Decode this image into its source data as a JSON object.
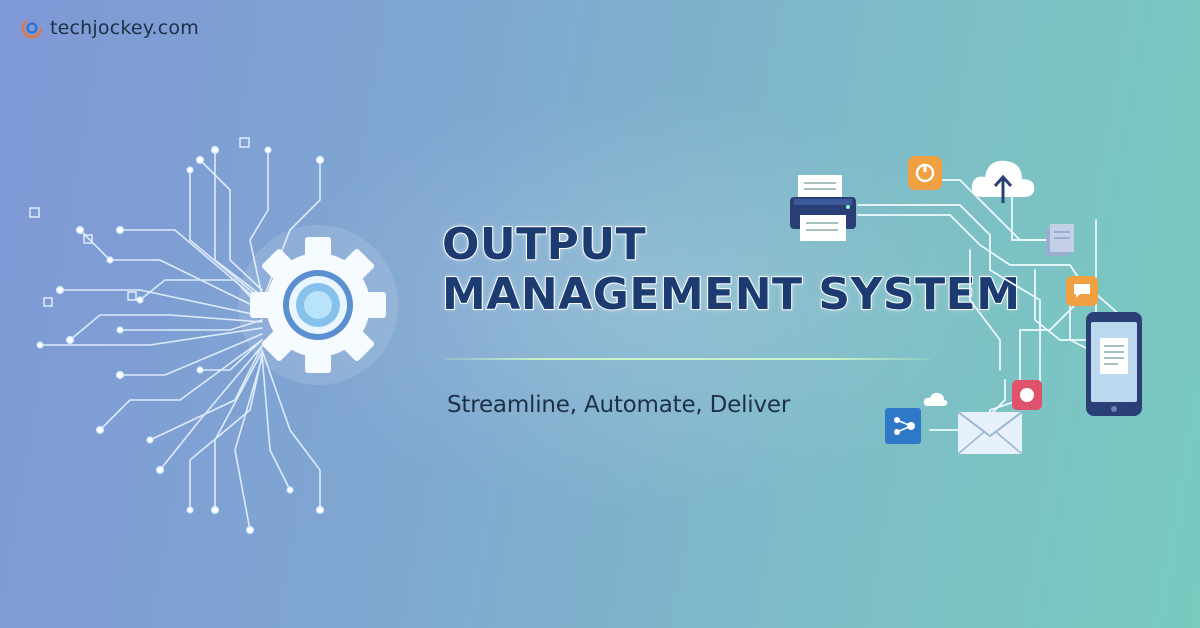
{
  "brand": {
    "name": "techjockey.com",
    "logo_icon": "techjockey-logo-icon"
  },
  "headline": {
    "line1": "OUTPUT",
    "line2": "MANAGEMENT SYSTEM"
  },
  "tagline": "Streamline, Automate, Deliver",
  "colors": {
    "background_start": "#7f98d6",
    "background_end": "#78cbbf",
    "headline_fill": "#1c3b70",
    "headline_outline": "#ffffff",
    "divider": "#c7f4c4",
    "accent_orange": "#f0a040",
    "accent_pink": "#e0526c",
    "device_navy": "#2a3f75"
  },
  "icons": [
    "gear-icon",
    "printer-icon",
    "cloud-upload-icon",
    "mail-icon",
    "smartphone-icon",
    "chat-icon",
    "server-icon",
    "network-icon"
  ]
}
